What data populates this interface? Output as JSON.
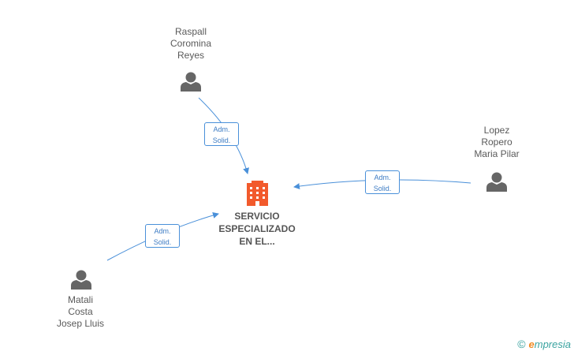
{
  "company": {
    "name_lines": [
      "SERVICIO",
      "ESPECIALIZADO",
      "EN EL..."
    ],
    "icon": "building-icon",
    "color": "#f25a2c"
  },
  "people": [
    {
      "id": "raspall",
      "name_lines": [
        "Raspall",
        "Coromina",
        "Reyes"
      ],
      "icon": "person-icon"
    },
    {
      "id": "lopez",
      "name_lines": [
        "Lopez",
        "Ropero",
        "Maria Pilar"
      ],
      "icon": "person-icon"
    },
    {
      "id": "matali",
      "name_lines": [
        "Matali",
        "Costa",
        "Josep Lluis"
      ],
      "icon": "person-icon"
    }
  ],
  "relations": [
    {
      "from": "raspall",
      "label_lines": [
        "Adm.",
        "Solid."
      ]
    },
    {
      "from": "lopez",
      "label_lines": [
        "Adm.",
        "Solid."
      ]
    },
    {
      "from": "matali",
      "label_lines": [
        "Adm.",
        "Solid."
      ]
    }
  ],
  "footer": {
    "copyright": "©",
    "brand_initial": "e",
    "brand_rest": "mpresia"
  },
  "colors": {
    "edge": "#4a90d9",
    "person_icon": "#666666",
    "text": "#5a5a5a"
  }
}
